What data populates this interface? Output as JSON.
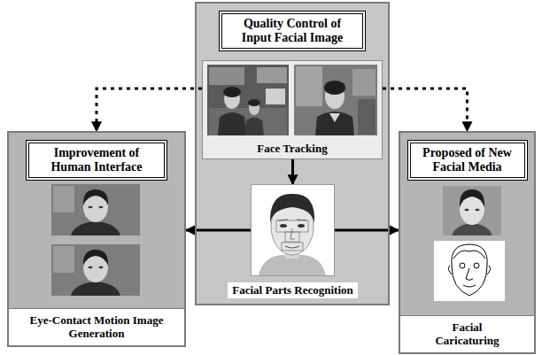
{
  "diagram": {
    "nodes": [
      {
        "text": [
          "Quality Control of Input Facial Image"
        ]
      },
      {
        "text": [
          "Face Tracking"
        ],
        "in": 0
      },
      {
        "text": [
          "Facial Parts Recognition"
        ],
        "in": 0
      },
      {
        "text": [
          "Improvement of Human Interface",
          "Eye-Contact Motion Image Generation"
        ]
      },
      {
        "text": [
          "Proposed of New Facial Media",
          "Facial Caricaturing"
        ]
      }
    ],
    "edges": [
      {
        "from": 1,
        "to": 2,
        "arrow": "to"
      },
      {
        "from": 2,
        "to": 3,
        "arrow": "to"
      },
      {
        "from": 2,
        "to": 4,
        "arrow": "to"
      },
      {
        "from": 1,
        "to": 3,
        "arrow": "to"
      },
      {
        "from": 1,
        "to": 4,
        "arrow": "to"
      }
    ]
  }
}
